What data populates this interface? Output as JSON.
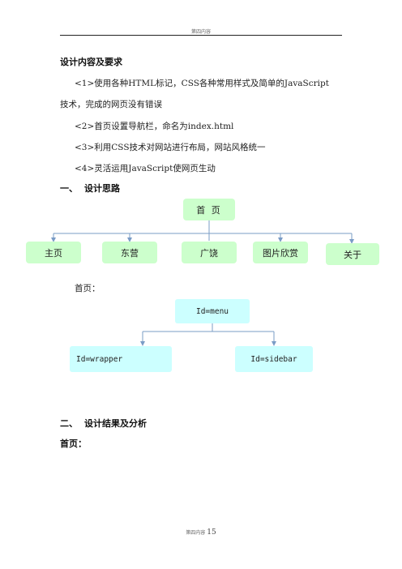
{
  "header": {
    "text": "第四内容"
  },
  "section_requirements": {
    "title": "设计内容及要求",
    "items": [
      "<1>使用各种HTML标记，CSS各种常用样式及简单的JavaScript",
      "技术，完成的网页没有错误",
      "<2>首页设置导航栏，命名为index.html",
      "<3>利用CSS技术对网站进行布局，网站风格统一",
      "<4>灵活运用JavaScript使网页生动"
    ]
  },
  "section1": {
    "number": "一、",
    "title": "设计思路"
  },
  "diagram_nav": {
    "root": "首 页",
    "children": [
      "主页",
      "东营",
      "广饶",
      "图片欣赏",
      "关于"
    ]
  },
  "homepage_label": "首页：",
  "diagram_layout": {
    "root": "Id=menu",
    "children": [
      "Id=wrapper",
      "Id=sidebar"
    ]
  },
  "section2": {
    "number": "二、",
    "title": "设计结果及分析"
  },
  "homepage_label_2": "首页：",
  "footer": {
    "text": "第四内容",
    "page": "15"
  },
  "colors": {
    "nav_box": "#ccffcc",
    "layout_box": "#ccffff",
    "connector": "#7a9cc6"
  }
}
